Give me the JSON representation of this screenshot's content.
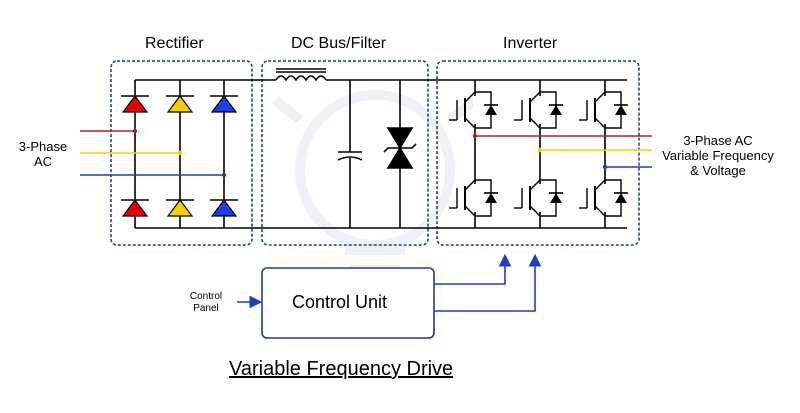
{
  "sections": {
    "rectifier": "Rectifier",
    "dc_bus": "DC Bus/Filter",
    "inverter": "Inverter"
  },
  "labels": {
    "input_line1": "3-Phase",
    "input_line2": "AC",
    "output_line1": "3-Phase AC",
    "output_line2": "Variable Frequency",
    "output_line3": "& Voltage",
    "control_panel_line1": "Control",
    "control_panel_line2": "Panel",
    "control_unit": "Control Unit"
  },
  "title": "Variable Frequency Drive",
  "colors": {
    "phase_a": "#b22222",
    "phase_b": "#f2d000",
    "phase_c": "#1f3fbf",
    "diode_red": "#e00000",
    "diode_yellow": "#f2d000",
    "diode_blue": "#1f3fe0",
    "box_border": "#1f3f8f",
    "wire": "#000000"
  }
}
